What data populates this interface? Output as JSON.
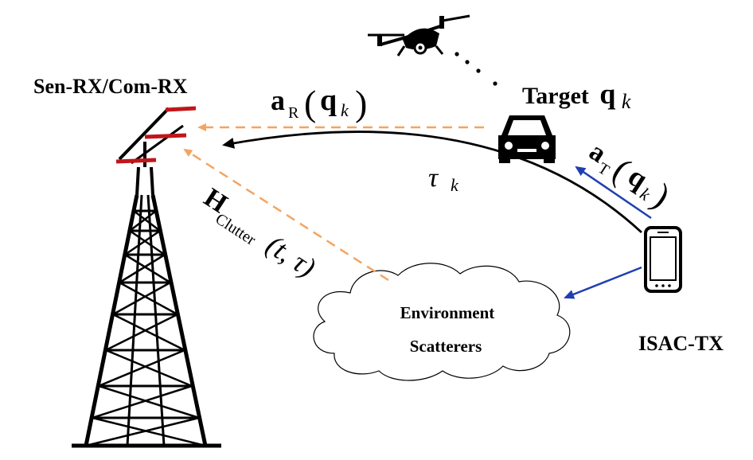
{
  "labels": {
    "receiver": "Sen-RX/Com-RX",
    "target_word": "Target",
    "target_symbol": "q",
    "target_sub": "k",
    "transmitter": "ISAC-TX",
    "scatterers_line1": "Environment",
    "scatterers_line2": "Scatterers"
  },
  "math": {
    "steer_rx": {
      "symbol": "a",
      "sub": "R",
      "arg": "q",
      "arg_sub": "k"
    },
    "steer_tx": {
      "symbol": "a",
      "sub": "T",
      "arg": "q",
      "arg_sub": "k"
    },
    "delay": {
      "symbol": "τ",
      "sub": "k"
    },
    "clutter": {
      "symbol": "H",
      "sub": "Clutter",
      "args": "(t, τ)"
    }
  },
  "colors": {
    "sensing_dashed": "#f4a460",
    "tx_blue": "#1f3fb0",
    "comm_curve": "#000000",
    "antenna_red": "#c0161b",
    "tower": "#000000"
  },
  "icons": [
    "tower-icon",
    "drone-icon",
    "car-icon",
    "phone-icon",
    "cloud-icon"
  ]
}
